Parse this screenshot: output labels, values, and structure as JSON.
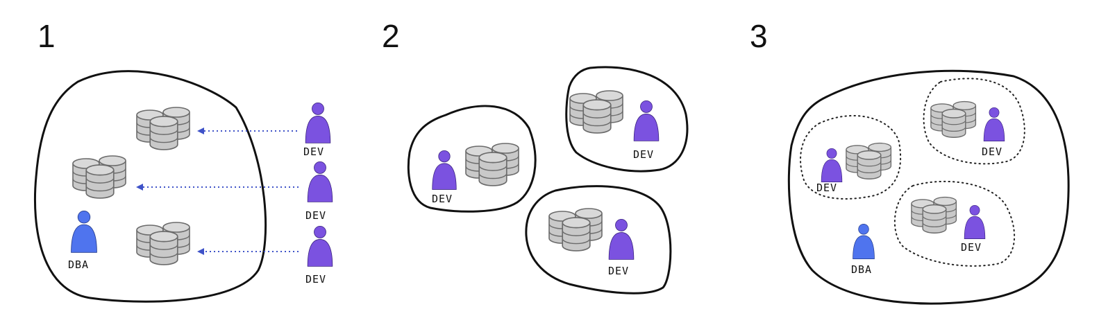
{
  "panels": [
    {
      "number": "1"
    },
    {
      "number": "2"
    },
    {
      "number": "3"
    }
  ],
  "labels": {
    "dev": "DEV",
    "dba": "DBA"
  },
  "colors": {
    "dev": "#7b52e0",
    "dba": "#4f74ee",
    "database": "#c9c9c9",
    "database_stroke": "#6b6b6b",
    "arrow": "#3e52c8",
    "outline": "#111111"
  },
  "icons": [
    "database-cluster-icon",
    "person-icon",
    "arrow-left-icon"
  ]
}
